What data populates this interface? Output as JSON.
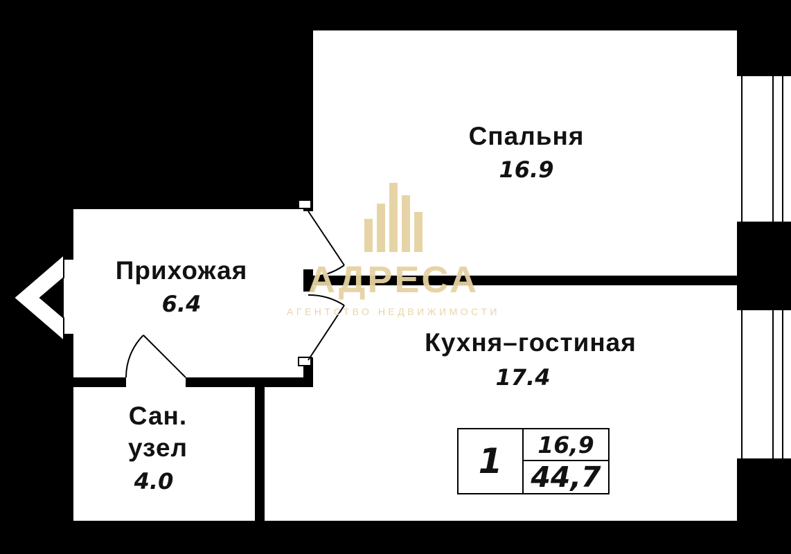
{
  "plan": {
    "rooms": [
      {
        "key": "bedroom",
        "label": "Спальня",
        "area": "16.9"
      },
      {
        "key": "hallway",
        "label": "Прихожая",
        "area": "6.4"
      },
      {
        "key": "kitchen_living",
        "label": "Кухня–гостиная",
        "area": "17.4"
      },
      {
        "key": "bathroom",
        "label_line1": "Сан.",
        "label_line2": "узел",
        "area": "4.0"
      }
    ],
    "info_table": {
      "rooms_count": "1",
      "living_area": "16,9",
      "total_area": "44,7"
    },
    "watermark": {
      "title": "АДРЕСА",
      "subtitle": "АГЕНТСТВО НЕДВИЖИМОСТИ",
      "color": "#e6d2a2"
    },
    "colors": {
      "background": "#000000",
      "walls": "#000000",
      "floor": "#ffffff",
      "text": "#121212"
    }
  }
}
